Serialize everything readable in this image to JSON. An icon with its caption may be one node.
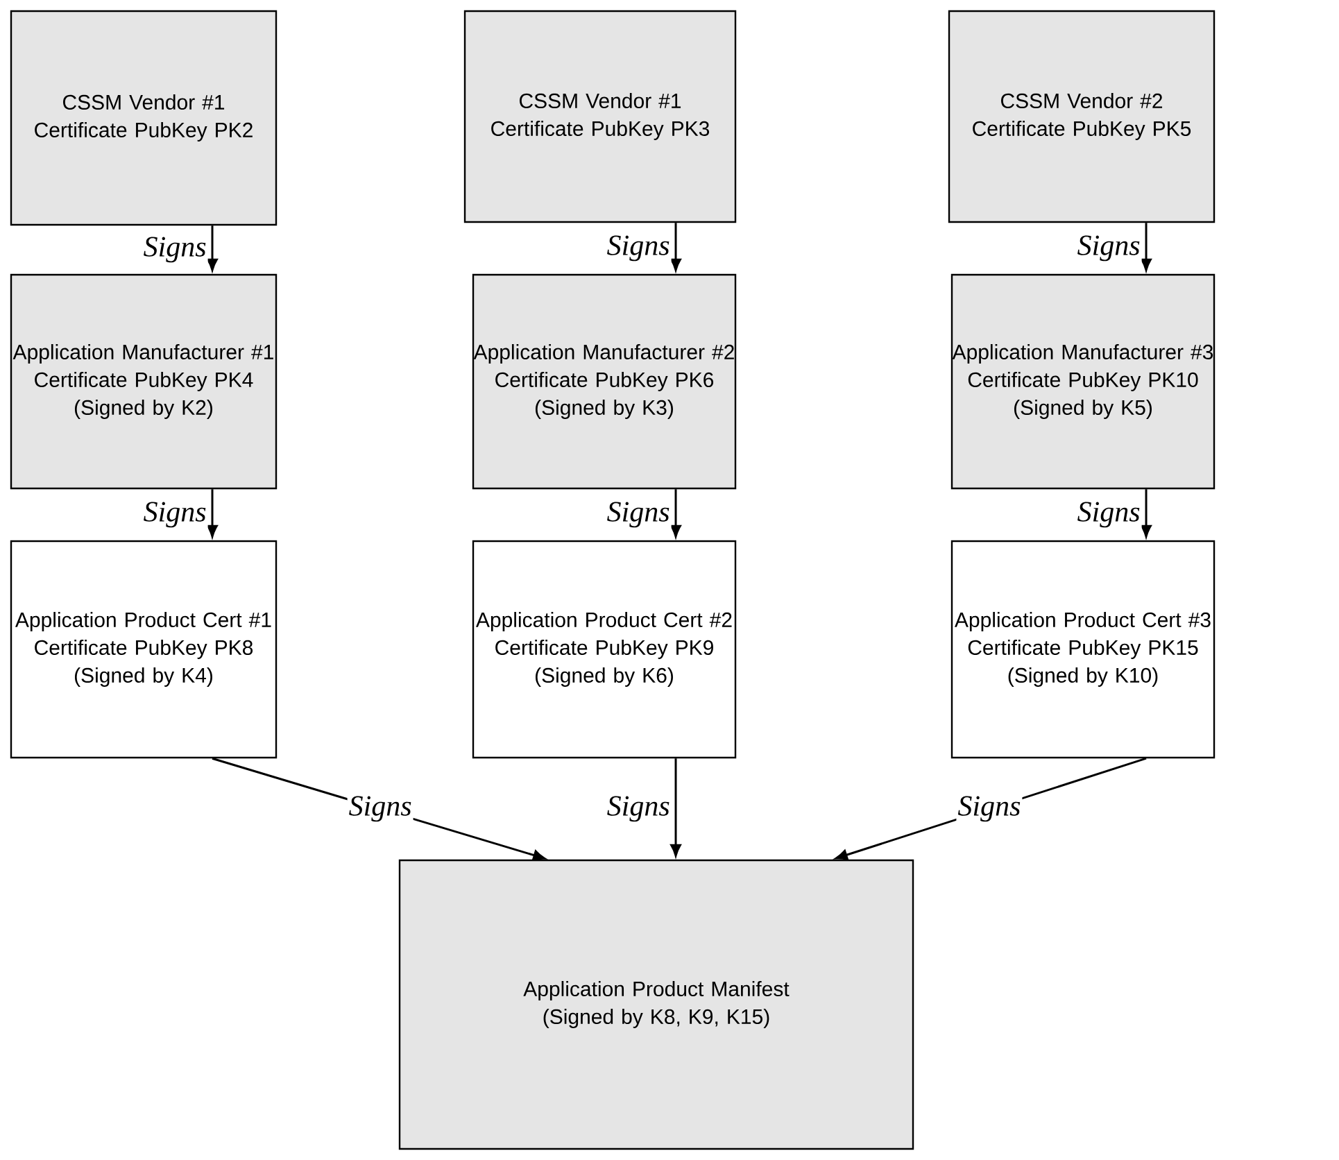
{
  "diagram": {
    "nodes": [
      {
        "text": [
          "CSSM Vendor #1",
          "Certificate PubKey PK2"
        ]
      },
      {
        "text": [
          "CSSM Vendor #1",
          "Certificate PubKey PK3"
        ]
      },
      {
        "text": [
          "CSSM Vendor #2",
          "Certificate PubKey PK5"
        ]
      },
      {
        "text": [
          "Application Manufacturer #1",
          "Certificate PubKey PK4",
          "(Signed by K2)"
        ]
      },
      {
        "text": [
          "Application Manufacturer #2",
          "Certificate PubKey PK6",
          "(Signed by K3)"
        ]
      },
      {
        "text": [
          "Application Manufacturer #3",
          "Certificate PubKey PK10",
          "(Signed by K5)"
        ]
      },
      {
        "text": [
          "Application Product Cert #1",
          "Certificate PubKey PK8",
          "(Signed by K4)"
        ]
      },
      {
        "text": [
          "Application Product Cert #2",
          "Certificate PubKey PK9",
          "(Signed by K6)"
        ]
      },
      {
        "text": [
          "Application Product Cert #3",
          "Certificate PubKey PK15",
          "(Signed by K10)"
        ]
      },
      {
        "text": [
          "Application Product Manifest",
          "(Signed by K8, K9, K15)"
        ]
      }
    ],
    "edges": [
      {
        "from": 0,
        "to": 3,
        "arrow": "to",
        "label": "Signs"
      },
      {
        "from": 1,
        "to": 4,
        "arrow": "to",
        "label": "Signs"
      },
      {
        "from": 2,
        "to": 5,
        "arrow": "to",
        "label": "Signs"
      },
      {
        "from": 3,
        "to": 6,
        "arrow": "to",
        "label": "Signs"
      },
      {
        "from": 4,
        "to": 7,
        "arrow": "to",
        "label": "Signs"
      },
      {
        "from": 5,
        "to": 8,
        "arrow": "to",
        "label": "Signs"
      },
      {
        "from": 6,
        "to": 9,
        "arrow": "to",
        "label": "Signs"
      },
      {
        "from": 7,
        "to": 9,
        "arrow": "to",
        "label": "Signs"
      },
      {
        "from": 8,
        "to": 9,
        "arrow": "to",
        "label": "Signs"
      }
    ]
  }
}
